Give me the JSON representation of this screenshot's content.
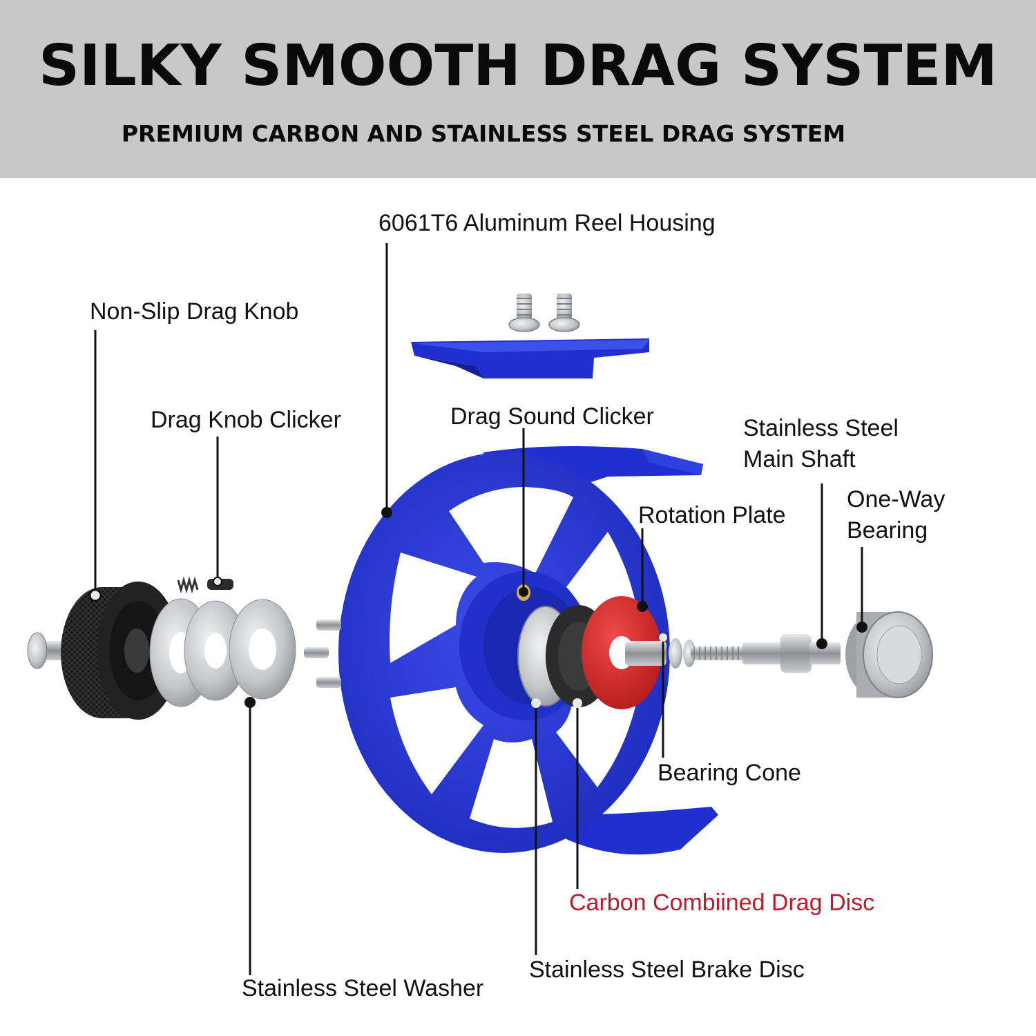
{
  "header": {
    "title": "SILKY SMOOTH DRAG SYSTEM",
    "subtitle": "PREMIUM CARBON AND STAINLESS STEEL DRAG SYSTEM"
  },
  "labels": {
    "housing": "6061T6 Aluminum Reel Housing",
    "drag_knob": "Non-Slip Drag Knob",
    "knob_clicker": "Drag Knob Clicker",
    "sound_clicker": "Drag Sound Clicker",
    "main_shaft_line1": "Stainless Steel",
    "main_shaft_line2": "Main Shaft",
    "bearing_line1": "One-Way",
    "bearing_line2": "Bearing",
    "rotation_plate": "Rotation Plate",
    "bearing_cone": "Bearing Cone",
    "carbon_disc": "Carbon Combiined Drag Disc",
    "brake_disc": "Stainless Steel Brake Disc",
    "washer": "Stainless Steel Washer"
  },
  "colors": {
    "banner": "#c8c8c8",
    "reel_blue": "#1f2fd0",
    "knob_black": "#1c1c1c",
    "rotation_red": "#d12a2a",
    "steel": "#b9bcc0",
    "highlight_label": "#c01a2a"
  }
}
